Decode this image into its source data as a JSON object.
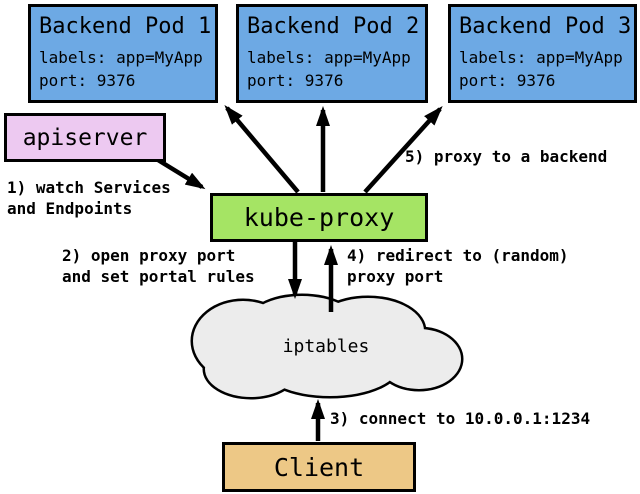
{
  "diagram": {
    "kind": "kubernetes-kube-proxy-userspace-flow",
    "pods": [
      {
        "title": "Backend Pod 1",
        "labels_line": "labels: app=MyApp",
        "port_line": "port: 9376"
      },
      {
        "title": "Backend Pod 2",
        "labels_line": "labels: app=MyApp",
        "port_line": "port: 9376"
      },
      {
        "title": "Backend Pod 3",
        "labels_line": "labels: app=MyApp",
        "port_line": "port: 9376"
      }
    ],
    "apiserver": {
      "label": "apiserver"
    },
    "kube_proxy": {
      "label": "kube-proxy"
    },
    "iptables": {
      "label": "iptables"
    },
    "client": {
      "label": "Client"
    },
    "steps": {
      "step1": "1) watch Services\nand Endpoints",
      "step2": "2) open proxy port\nand set portal rules",
      "step3": "3) connect to 10.0.0.1:1234",
      "step4": "4) redirect to (random)\nproxy port",
      "step5": "5) proxy to a backend"
    },
    "colors": {
      "pod_fill": "#6da9e4",
      "apiserver_fill": "#edc9f1",
      "kube_proxy_fill": "#a5e464",
      "client_fill": "#edc886",
      "cloud_fill": "#ececec",
      "border": "#000000",
      "arrow": "#000000",
      "background": "#ffffff"
    }
  }
}
